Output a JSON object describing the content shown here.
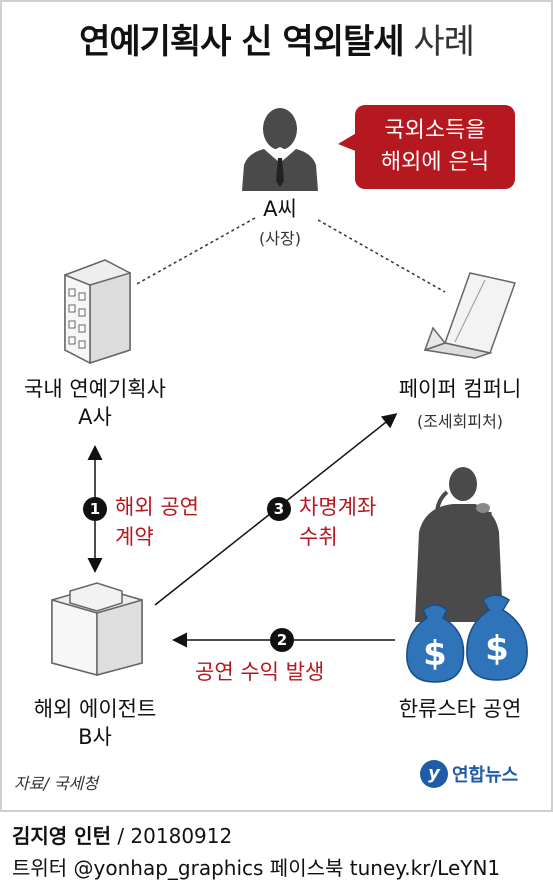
{
  "title": {
    "bold": "연예기획사 신 역외탈세",
    "thin": "사례"
  },
  "bubble": {
    "line1": "국외소득을",
    "line2": "해외에 은닉"
  },
  "nodes": {
    "ceo": {
      "name": "A씨",
      "sub": "(사장)"
    },
    "domestic": {
      "line1": "국내 연예기획사",
      "line2": "A사"
    },
    "paper": {
      "line1": "페이퍼 컴퍼니",
      "sub": "(조세회피처)"
    },
    "overseas": {
      "line1": "해외 에이전트",
      "line2": "B사"
    },
    "star": {
      "line1": "한류스타 공연"
    }
  },
  "steps": [
    {
      "num": "1",
      "line1": "해외 공연",
      "line2": "계약"
    },
    {
      "num": "2",
      "line1": "공연 수익 발생"
    },
    {
      "num": "3",
      "line1": "차명계좌",
      "line2": "수취"
    }
  ],
  "source": "자료/ 국세청",
  "logo": {
    "mark": "y",
    "text": "연합뉴스"
  },
  "credit": {
    "author": "김지영 인턴",
    "date": " / 20180912"
  },
  "footer": "트위터 @yonhap_graphics  페이스북 tuney.kr/LeYN1",
  "colors": {
    "accent": "#b5191f",
    "brand": "#1f5ca8",
    "icon": "#4a4a4a"
  }
}
